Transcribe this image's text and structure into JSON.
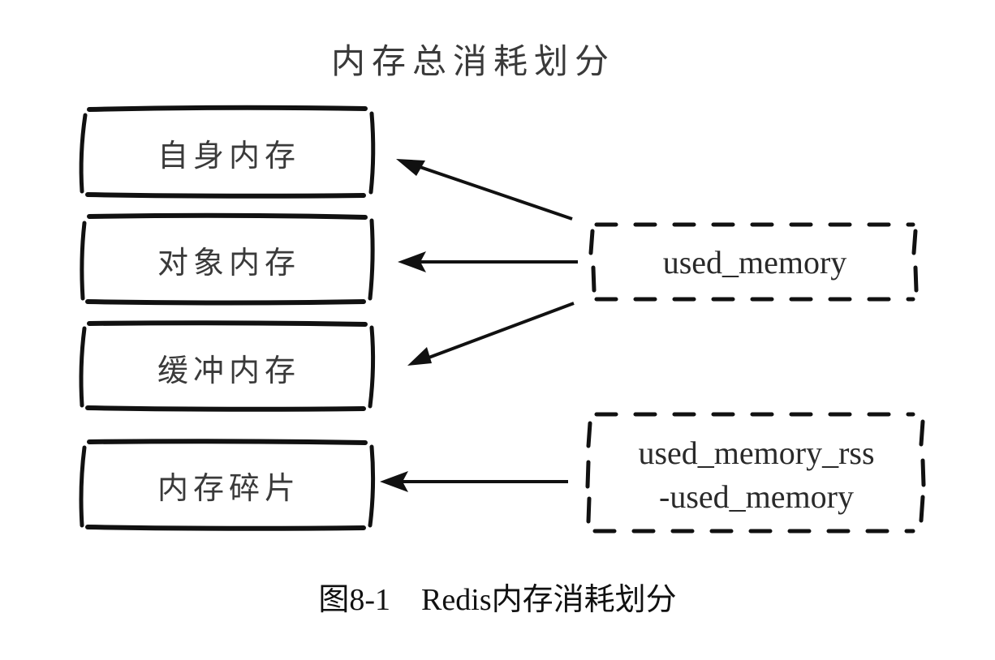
{
  "diagram": {
    "title": "内存总消耗划分",
    "memory_parts": [
      {
        "id": "self",
        "label": "自身内存"
      },
      {
        "id": "object",
        "label": "对象内存"
      },
      {
        "id": "buffer",
        "label": "缓冲内存"
      },
      {
        "id": "fragment",
        "label": "内存碎片"
      }
    ],
    "metrics": [
      {
        "id": "used_memory",
        "lines": [
          "used_memory"
        ],
        "points_to": [
          "self",
          "object",
          "buffer"
        ]
      },
      {
        "id": "rss_minus_used",
        "lines": [
          "used_memory_rss",
          "-used_memory"
        ],
        "points_to": [
          "fragment"
        ]
      }
    ],
    "caption": "图8-1    Redis内存消耗划分"
  },
  "colors": {
    "stroke": "#111111",
    "text": "#333333",
    "background": "#ffffff"
  }
}
